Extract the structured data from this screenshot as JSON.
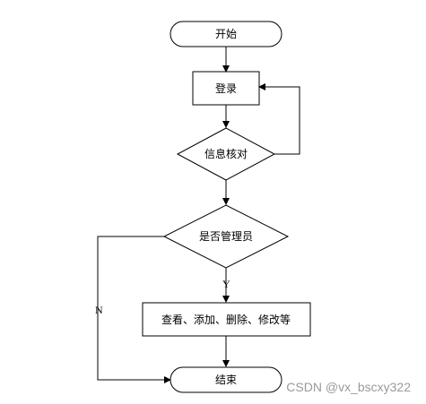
{
  "flowchart": {
    "nodes": {
      "start": "开始",
      "login": "登录",
      "verify": "信息核对",
      "is_admin": "是否管理员",
      "actions": "查看、添加、删除、修改等",
      "end": "结束"
    },
    "edges": {
      "yes": "Y",
      "no": "N"
    }
  },
  "watermark": "CSDN @vx_bscxy322"
}
